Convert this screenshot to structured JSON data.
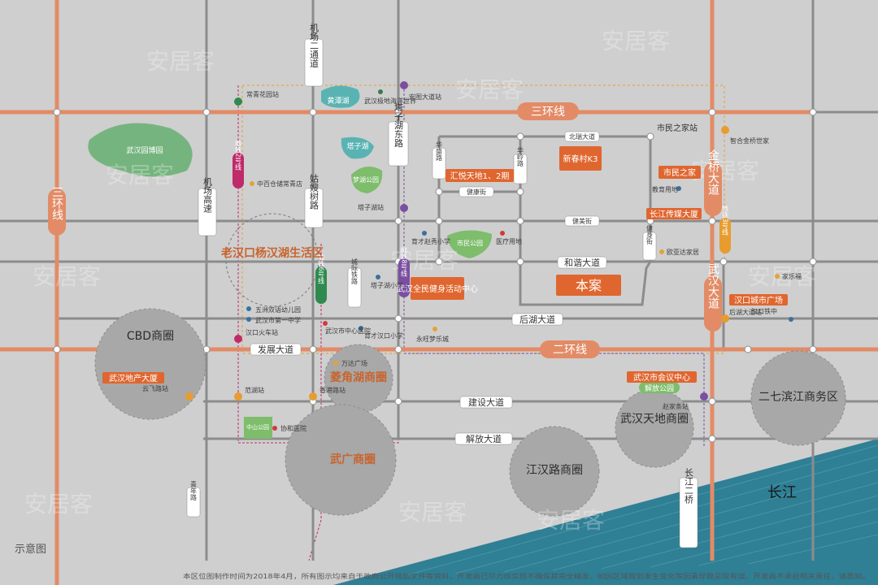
{
  "map": {
    "caption": "示意图",
    "footer": "本区位图制作时间为2018年4月，所有图示均来自于政府公开规划文件等资料，开发商已尽力核实但不确保其完全精准，如因区域规划发生变化等因素导致呈现有误，开发商不承担相关责任，请悉知。",
    "watermark": "安居客",
    "project": "本案",
    "ring_roads": {
      "third_top": "三环线",
      "third_left": "三环线",
      "second": "二环线"
    },
    "avenues": {
      "jinqiao": "金桥大道",
      "wuhan": "武汉大道",
      "jichang2": "机场二通道",
      "jichang_gaosu": "机场高速",
      "gusao": "姑嫂树路",
      "tazihu_east": "塔子湖东路",
      "hexie": "和谐大道",
      "houhu": "后湖大道",
      "fazhan": "发展大道",
      "jianshe": "建设大道",
      "jiefang": "解放大道",
      "beihu": "北瑞大道",
      "jiankang": "健康街",
      "jianmei": "健美街",
      "jianshen": "健身街",
      "huasheng": "华盛路",
      "hualing": "华岭路",
      "chengji": "城际铁路",
      "qingnian": "青年路",
      "changjiang2": "长江二桥",
      "changjiang": "长江"
    },
    "metro": {
      "line2": "地铁2号线",
      "line8": "地铁8号线",
      "line6": "地铁6号线",
      "line3": "地铁3号线"
    },
    "stations": {
      "changqing_huayuan": "常青花园站",
      "hongtu": "宏图大道站",
      "tazihu": "塔子湖站",
      "shiminzhijia": "市民之家站",
      "houhu_dadao": "后湖大道站",
      "hankou_huoche": "汉口火车站",
      "fanhu": "范湖站",
      "xianggang": "香港路站",
      "zhaojiatiao": "赵家条站",
      "yunfei": "云飞路站"
    },
    "parks": {
      "yuanbo": "武汉园博园",
      "huangtan": "黄潭湖",
      "tazihu_lake": "塔子湖",
      "menghu": "梦湖公园",
      "shijia": "市民公园",
      "zhongshan": "中山公园",
      "jiefang_park": "解放公园"
    },
    "districts": {
      "laohankou": "老汉口杨汉湖生活区",
      "cbd": "CBD商圈",
      "lingjiaohu": "菱角湖商圈",
      "wuguang": "武广商圈",
      "jianghanlu": "江汉路商圈",
      "tiandi": "武汉天地商圈",
      "erqi": "二七滨江商务区"
    },
    "tags": {
      "huiyue": "汇悦天地1、2期",
      "xinchun": "新春村K3",
      "shiminzhijia_tag": "市民之家",
      "changjiang_media": "长江传媒大厦",
      "quanmin": "武汉全民健身活动中心",
      "dichan": "武汉地产大厦",
      "hankou_city": "汉口城市广场",
      "huiyi": "武汉市会议中心"
    },
    "pois": {
      "jinqiao_world": "武汉极地海洋世界",
      "zhongbai": "中百仓储常青店",
      "yucai": "育才赵秀小学",
      "tazihu_school": "塔子湖小学",
      "jiaoyu": "教育用地",
      "yiliao": "医疗用地",
      "oushida": "欧亚达家居",
      "jialefu": "家乐福",
      "hankou_tiezhong": "汉口铁中",
      "zhizhong": "智合金桥世家",
      "wuzhou": "五洲双语幼儿园",
      "diyi": "武汉市第一中学",
      "zhongxin_yy": "武汉市中心医院",
      "yucai_hk": "育才汉口小学",
      "yongwang": "永旺梦乐城",
      "wanda": "万达广场",
      "xiehe": "协和医院"
    }
  }
}
